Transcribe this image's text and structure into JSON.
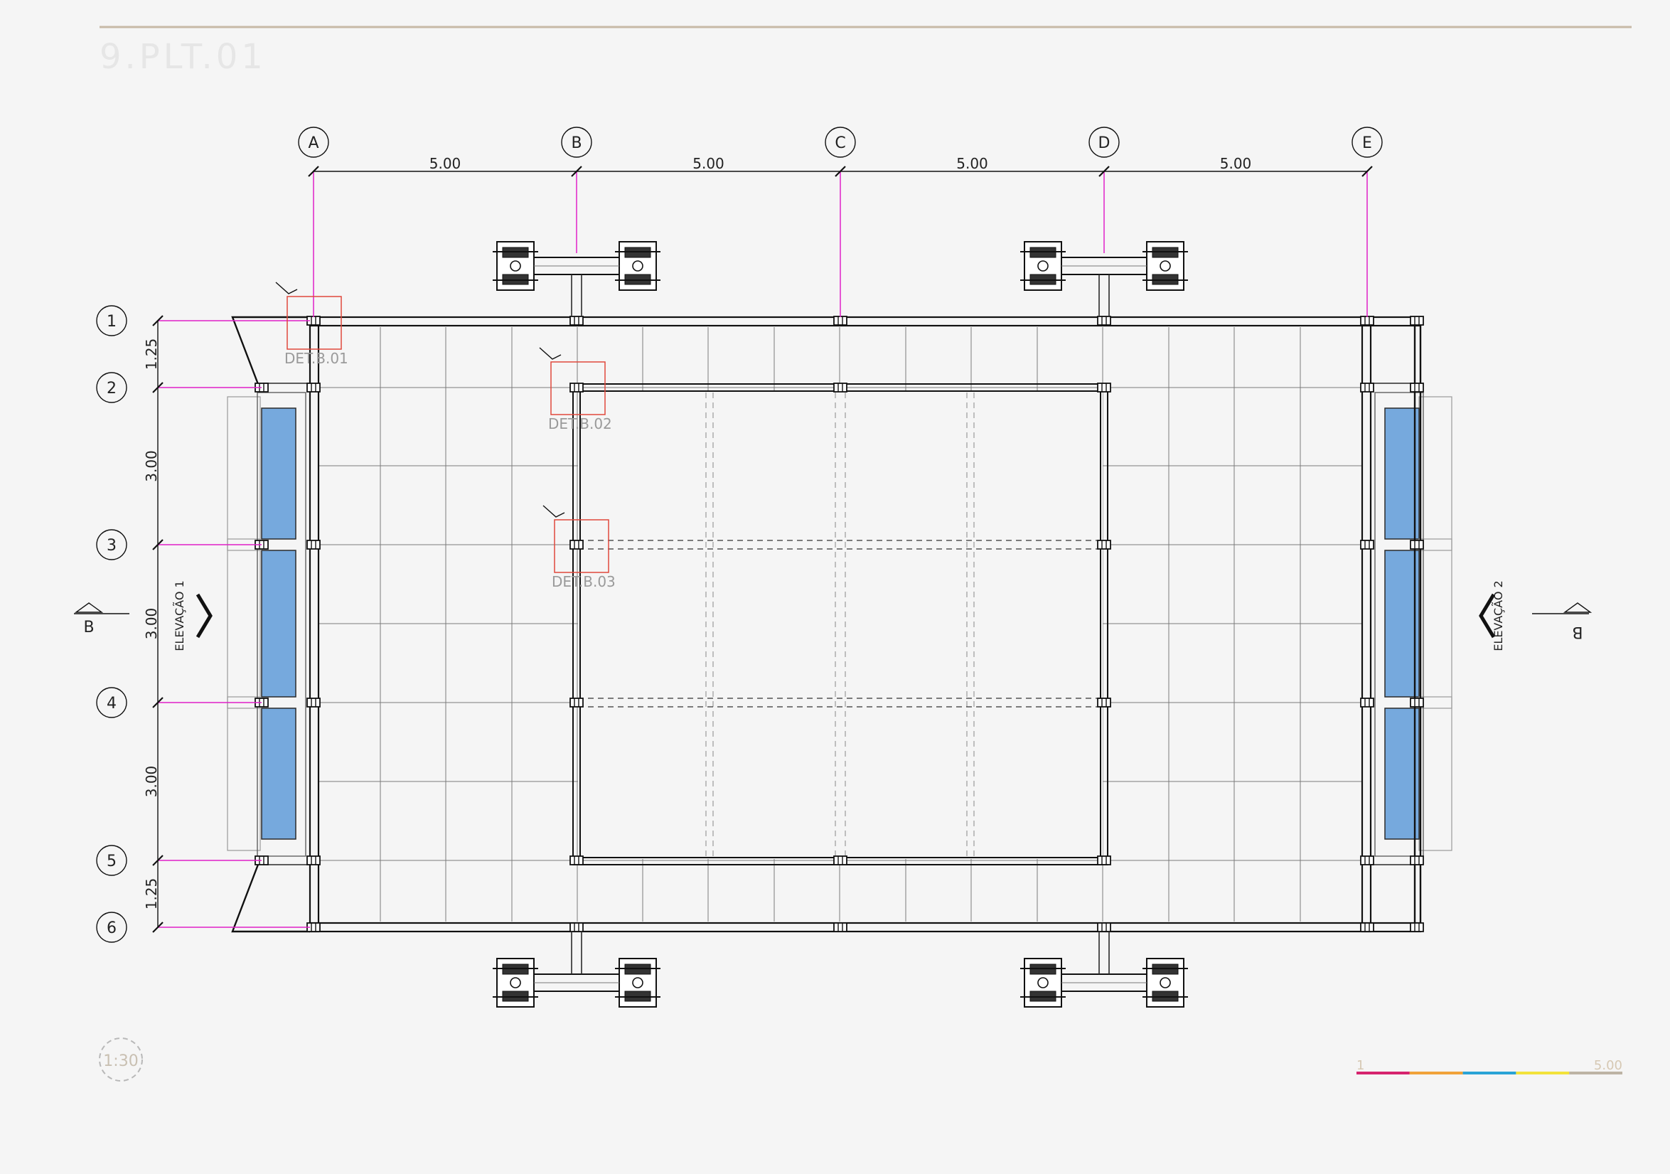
{
  "sheet": {
    "code": "9.PLT.01",
    "scale": "1:30"
  },
  "grid": {
    "columns": [
      "A",
      "B",
      "C",
      "D",
      "E"
    ],
    "rows": [
      "1",
      "2",
      "3",
      "4",
      "5",
      "6"
    ],
    "col_spacing": [
      "5.00",
      "5.00",
      "5.00",
      "5.00"
    ],
    "row_spacing": [
      "1.25",
      "3.00",
      "3.00",
      "3.00",
      "1.25"
    ]
  },
  "details": [
    "DET.B.01",
    "DET.B.02",
    "DET.B.03"
  ],
  "elevations": [
    {
      "label": "ELEVAÇÃO 1",
      "section": "B"
    },
    {
      "label": "ELEVAÇÃO 2",
      "section": "B"
    }
  ],
  "scale_bar": {
    "start": "1",
    "end": "5.00",
    "colors": [
      "#d6246e",
      "#f0a23a",
      "#2aa3d6",
      "#f2e23b",
      "#bdb3a4"
    ]
  },
  "colors": {
    "grid_line": "#e020c8",
    "detail_box": "#e0483c",
    "glass": "#76a9dd",
    "header_rule": "#c7b9a6"
  }
}
